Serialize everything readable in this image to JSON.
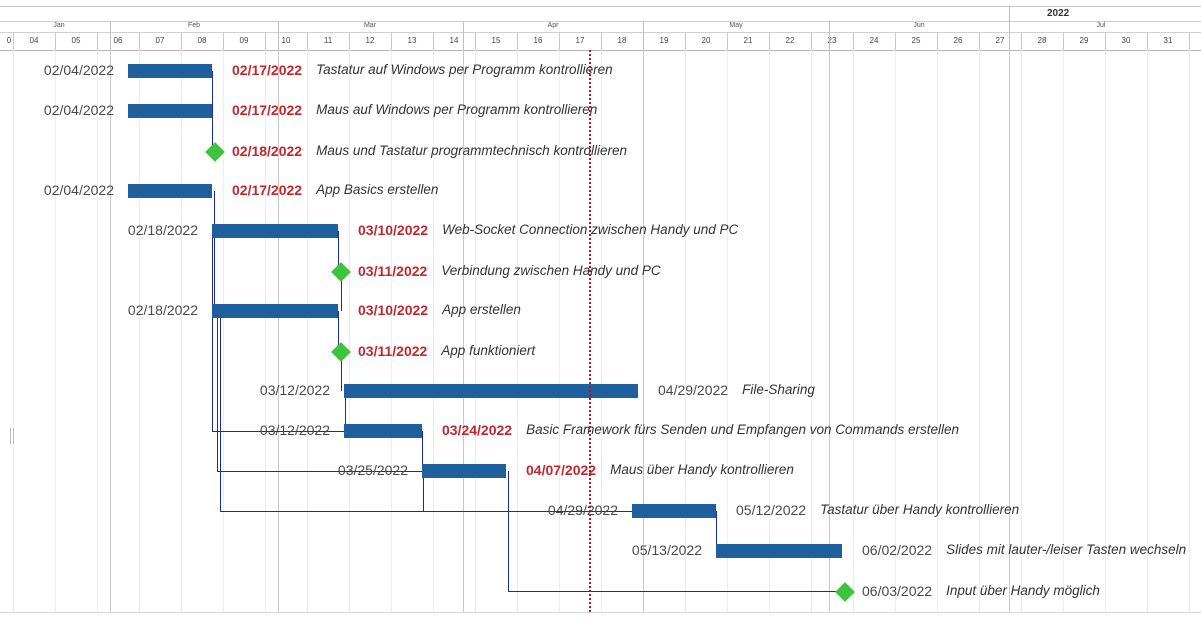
{
  "timeline": {
    "year": "2022",
    "months": [
      "Jan",
      "Feb",
      "Mar",
      "Apr",
      "May",
      "Jun",
      "Jul"
    ],
    "weeks": [
      "0",
      "04",
      "05",
      "06",
      "07",
      "08",
      "09",
      "10",
      "11",
      "12",
      "13",
      "14",
      "15",
      "16",
      "17",
      "18",
      "19",
      "20",
      "21",
      "22",
      "23",
      "24",
      "25",
      "26",
      "27",
      "28",
      "29",
      "30",
      "31"
    ]
  },
  "colors": {
    "bar": "#1f5f9e",
    "milestone": "#3cc43c",
    "overdue_date": "#c0282d",
    "dependency_line": "#1a2aa0",
    "today_marker": "#b01818"
  },
  "tasks": [
    {
      "name": "Tastatur auf Windows per Programm kontrollieren",
      "start": "02/04/2022",
      "end": "02/17/2022",
      "overdue": true
    },
    {
      "name": "Maus auf Windows per Programm kontrollieren",
      "start": "02/04/2022",
      "end": "02/17/2022",
      "overdue": true
    },
    {
      "name": "Maus und Tastatur programmtechnisch kontrollieren",
      "start": "",
      "end": "02/18/2022",
      "overdue": true,
      "milestone": true
    },
    {
      "name": "App Basics erstellen",
      "start": "02/04/2022",
      "end": "02/17/2022",
      "overdue": true
    },
    {
      "name": "Web-Socket Connection zwischen Handy und PC",
      "start": "02/18/2022",
      "end": "03/10/2022",
      "overdue": true
    },
    {
      "name": "Verbindung zwischen Handy und PC",
      "start": "",
      "end": "03/11/2022",
      "overdue": true,
      "milestone": true
    },
    {
      "name": "App erstellen",
      "start": "02/18/2022",
      "end": "03/10/2022",
      "overdue": true
    },
    {
      "name": "App funktioniert",
      "start": "",
      "end": "03/11/2022",
      "overdue": true,
      "milestone": true
    },
    {
      "name": "File-Sharing",
      "start": "03/12/2022",
      "end": "04/29/2022",
      "overdue": false
    },
    {
      "name": "Basic Framework fürs Senden und Empfangen von Commands erstellen",
      "start": "03/12/2022",
      "end": "03/24/2022",
      "overdue": true
    },
    {
      "name": "Maus über Handy kontrollieren",
      "start": "03/25/2022",
      "end": "04/07/2022",
      "overdue": true
    },
    {
      "name": "Tastatur über Handy kontrollieren",
      "start": "04/29/2022",
      "end": "05/12/2022",
      "overdue": false
    },
    {
      "name": "Slides mit lauter-/leiser Tasten wechseln",
      "start": "05/13/2022",
      "end": "06/02/2022",
      "overdue": false
    },
    {
      "name": "Input über Handy möglich",
      "start": "",
      "end": "06/03/2022",
      "overdue": false,
      "milestone": true
    }
  ]
}
